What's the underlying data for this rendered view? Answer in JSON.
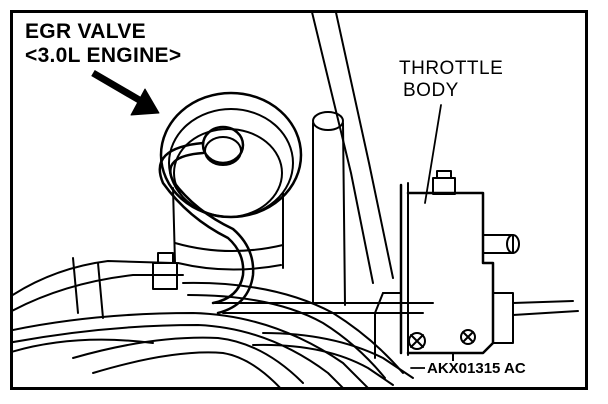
{
  "title": {
    "line1": "EGR VALVE",
    "line2": "<3.0L ENGINE>"
  },
  "callout": {
    "line1": "THROTTLE",
    "line2": "BODY"
  },
  "figure_code": "AKX01315 AC",
  "colors": {
    "ink": "#000000",
    "paper": "#ffffff"
  }
}
